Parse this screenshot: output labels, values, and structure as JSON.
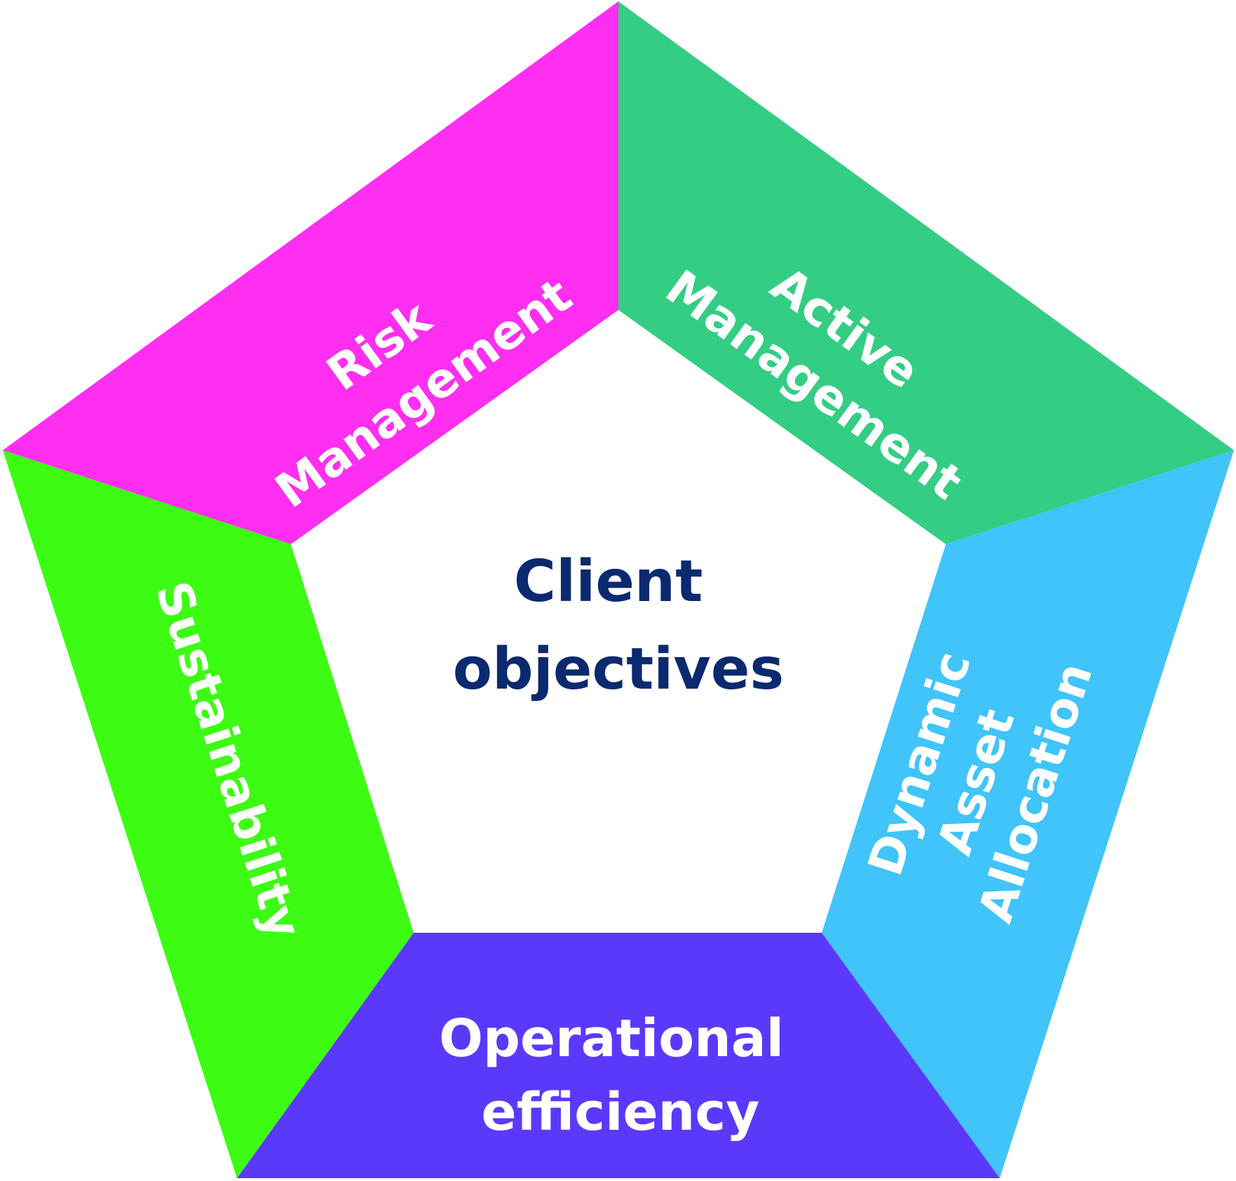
{
  "diagram": {
    "center": {
      "lines": [
        "Client",
        "objectives"
      ],
      "color": "#0b2a6f"
    },
    "segments": [
      {
        "id": "risk-management",
        "lines": [
          "Risk",
          "Management"
        ],
        "color": "#ff2ef0"
      },
      {
        "id": "active-management",
        "lines": [
          "Active",
          "Management"
        ],
        "color": "#34cd84"
      },
      {
        "id": "dynamic-asset-allocation",
        "lines": [
          "Dynamic",
          "Asset",
          "Allocation"
        ],
        "color": "#40c4fa"
      },
      {
        "id": "operational-efficiency",
        "lines": [
          "Operational",
          "efficiency"
        ],
        "color": "#5b39fb"
      },
      {
        "id": "sustainability",
        "lines": [
          "Sustainability"
        ],
        "color": "#3dfc14"
      }
    ]
  }
}
